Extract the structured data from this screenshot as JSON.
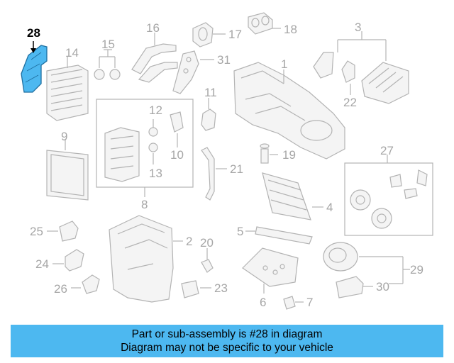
{
  "diagram": {
    "highlight_color": "#4db8f0",
    "highlight_label": "28",
    "labels": {
      "l1": "1",
      "l2": "2",
      "l3": "3",
      "l4": "4",
      "l5": "5",
      "l6": "6",
      "l7": "7",
      "l8": "8",
      "l9": "9",
      "l10": "10",
      "l11": "11",
      "l12": "12",
      "l13": "13",
      "l14": "14",
      "l15": "15",
      "l16": "16",
      "l17": "17",
      "l18": "18",
      "l19": "19",
      "l20": "20",
      "l21": "21",
      "l22": "22",
      "l23": "23",
      "l24": "24",
      "l25": "25",
      "l26": "26",
      "l27": "27",
      "l29": "29",
      "l30": "30",
      "l31": "31"
    }
  },
  "banner": {
    "line1": "Part or sub-assembly is #28 in diagram",
    "line2": "Diagram may not be specific to your vehicle",
    "color": "#4db8f0"
  }
}
